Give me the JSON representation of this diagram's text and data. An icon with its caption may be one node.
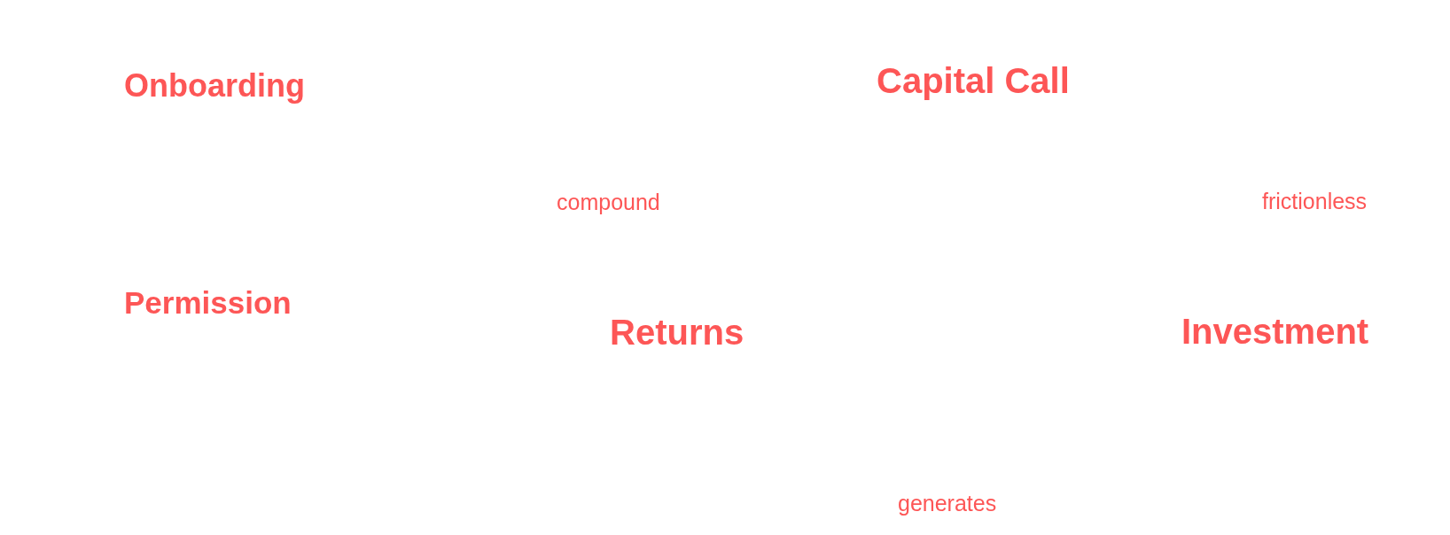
{
  "diagram": {
    "labels": [
      "Onboarding",
      "Capital Call",
      "compound",
      "frictionless",
      "Permission",
      "Returns",
      "Investment",
      "generates"
    ]
  }
}
